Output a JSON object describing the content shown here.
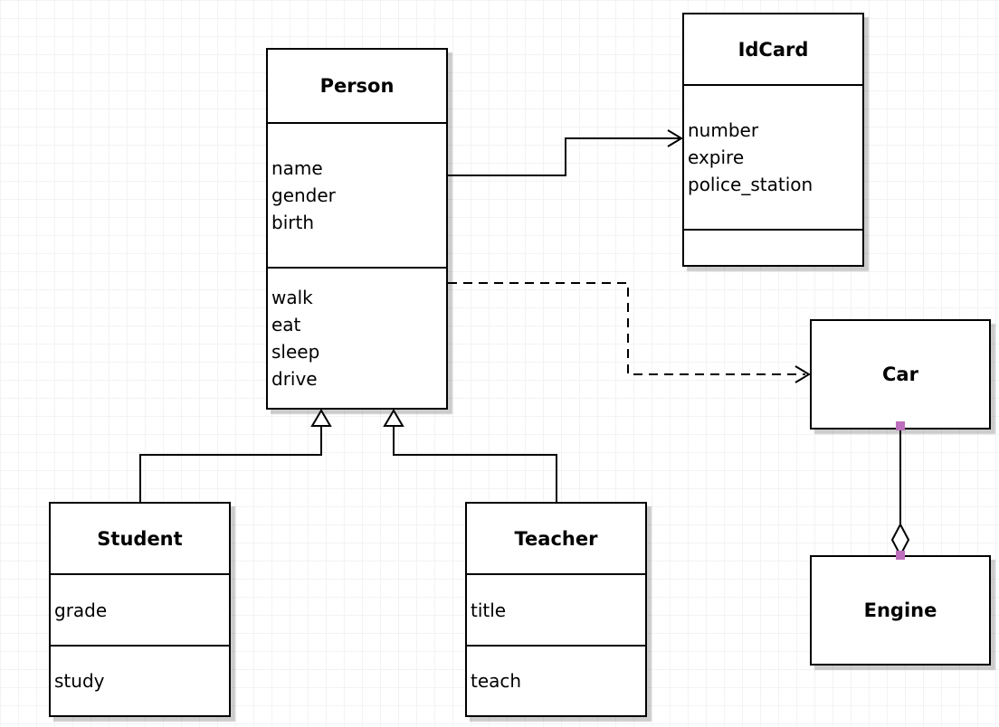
{
  "diagram": {
    "tool": "uml-class-diagram",
    "classes": {
      "person": {
        "title": "Person",
        "attributes": [
          "name",
          "gender",
          "birth"
        ],
        "methods": [
          "walk",
          "eat",
          "sleep",
          "drive"
        ]
      },
      "idcard": {
        "title": "IdCard",
        "attributes": [
          "number",
          "expire",
          "police_station"
        ],
        "methods": []
      },
      "student": {
        "title": "Student",
        "attributes": [
          "grade"
        ],
        "methods": [
          "study"
        ]
      },
      "teacher": {
        "title": "Teacher",
        "attributes": [
          "title"
        ],
        "methods": [
          "teach"
        ]
      },
      "car": {
        "title": "Car",
        "attributes": [],
        "methods": []
      },
      "engine": {
        "title": "Engine",
        "attributes": [],
        "methods": []
      }
    },
    "relationships": [
      {
        "from": "Person",
        "to": "IdCard",
        "type": "association",
        "line": "solid",
        "arrow": "open-arrow"
      },
      {
        "from": "Person",
        "to": "Car",
        "type": "dependency",
        "line": "dashed",
        "arrow": "open-arrow"
      },
      {
        "from": "Student",
        "to": "Person",
        "type": "generalization",
        "line": "solid",
        "arrow": "hollow-triangle"
      },
      {
        "from": "Teacher",
        "to": "Person",
        "type": "generalization",
        "line": "solid",
        "arrow": "hollow-triangle"
      },
      {
        "from": "Engine",
        "to": "Car",
        "type": "aggregation",
        "line": "solid",
        "arrow": "hollow-diamond",
        "selected_endpoints": true
      }
    ],
    "colors": {
      "canvas_bg": "#ffffff",
      "grid_line": "#f3f3f3",
      "box_fill": "#ffffff",
      "box_border": "#000000",
      "shadow": "#cccccc",
      "endpoint_handle": "#bd6fbd"
    }
  }
}
